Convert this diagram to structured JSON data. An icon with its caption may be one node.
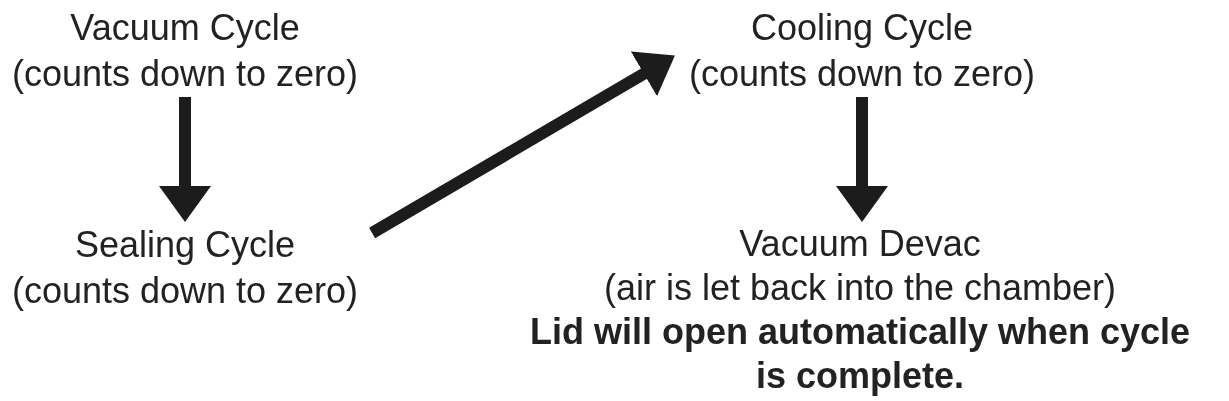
{
  "diagram": {
    "nodes": [
      {
        "text": [
          "Vacuum Cycle",
          "(counts down to zero)"
        ]
      },
      {
        "text": [
          "Sealing Cycle",
          "(counts down to zero)"
        ]
      },
      {
        "text": [
          "Cooling Cycle",
          "(counts down to zero)"
        ]
      },
      {
        "text": [
          "Vacuum Devac",
          "(air is let back into the chamber)",
          "Lid will open automatically when cycle is complete."
        ]
      }
    ],
    "edges": [
      {
        "from": 0,
        "to": 1,
        "arrow": "to"
      },
      {
        "from": 1,
        "to": 2,
        "arrow": "to"
      },
      {
        "from": 2,
        "to": 3,
        "arrow": "to"
      }
    ]
  }
}
